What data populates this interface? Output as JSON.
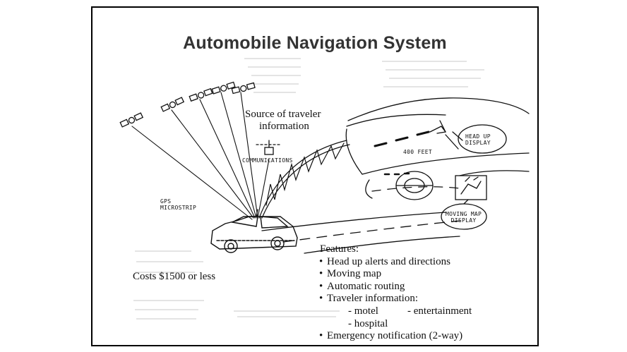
{
  "slide": {
    "title": "Automobile Navigation System",
    "labels": {
      "source": [
        "Source of traveler",
        "information"
      ],
      "communications": "COMMUNICATIONS",
      "gps": [
        "GPS",
        "MICROSTRIP"
      ],
      "distance": "400 FEET",
      "hud": [
        "HEAD UP",
        "DISPLAY"
      ],
      "moving_map": [
        "MOVING MAP",
        "DISPLAY"
      ],
      "cost": "Costs $1500 or less"
    },
    "features": {
      "heading": "Features:",
      "items": [
        "Head up alerts and directions",
        "Moving map",
        "Automatic routing",
        "Traveler information:"
      ],
      "traveler_info": [
        "- motel",
        "- entertainment",
        "- hospital"
      ],
      "last_item": "Emergency notification (2-way)"
    }
  }
}
